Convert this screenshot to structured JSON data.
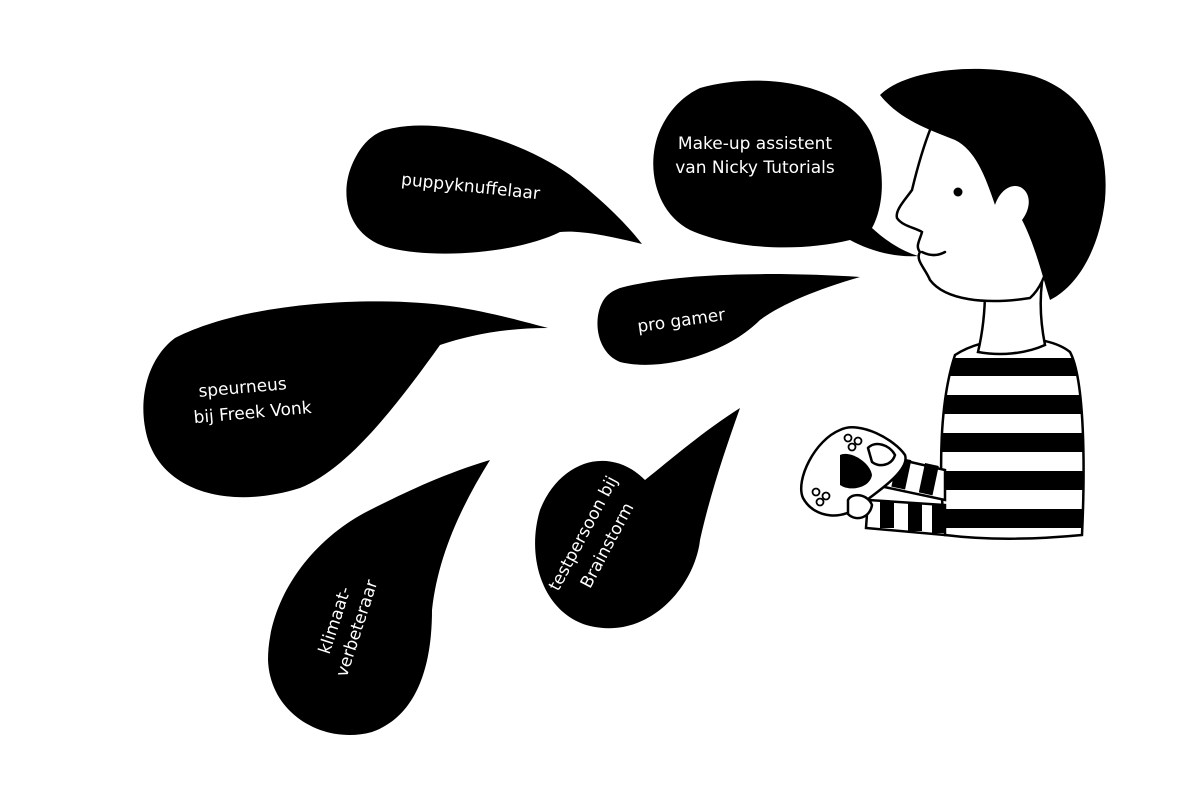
{
  "bubbles": {
    "makeup": {
      "line1": "Make-up assistent",
      "line2": "van Nicky Tutorials"
    },
    "puppy": {
      "label": "puppyknuffelaar"
    },
    "gamer": {
      "label": "pro gamer"
    },
    "speurneus": {
      "line1": "speurneus",
      "line2": "bij Freek Vonk"
    },
    "testpersoon": {
      "line1": "testpersoon bij",
      "line2": "Brainstorm"
    },
    "klimaat": {
      "line1": "klimaat-",
      "line2": "verbeteraar"
    }
  },
  "colors": {
    "ink": "#000000",
    "paper": "#ffffff"
  }
}
